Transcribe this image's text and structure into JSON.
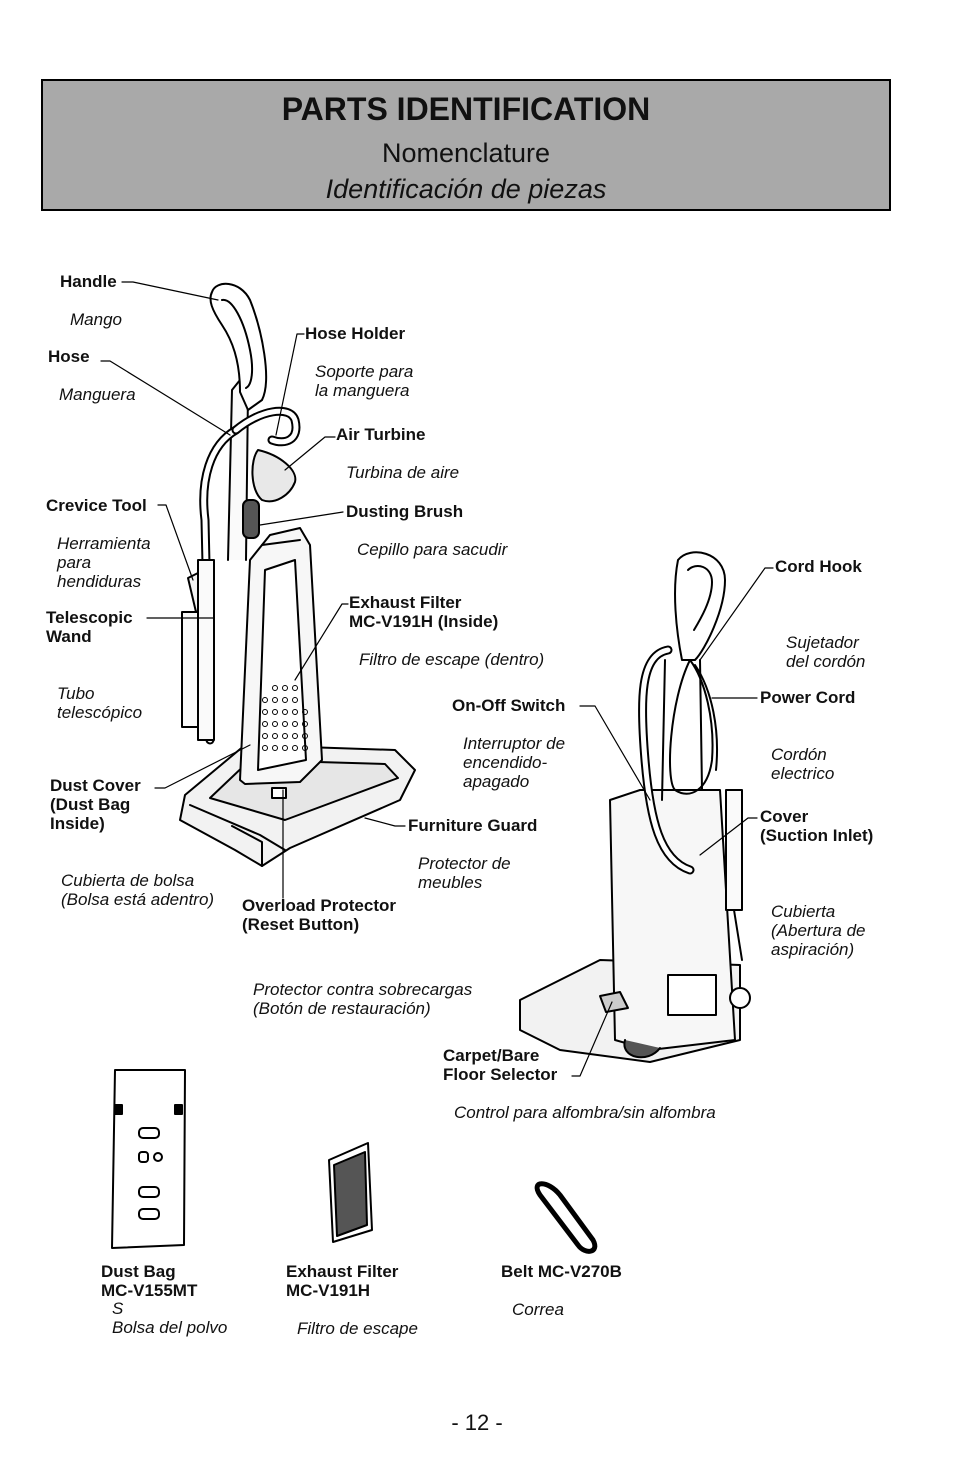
{
  "header": {
    "title": "PARTS IDENTIFICATION",
    "subtitle_fr": "Nomenclature",
    "subtitle_es": "Identificación de piezas"
  },
  "parts": {
    "handle": {
      "en": "Handle",
      "es": "Mango"
    },
    "hose": {
      "en": "Hose",
      "es": "Manguera"
    },
    "hose_holder": {
      "en": "Hose Holder",
      "es": "Soporte para\nla manguera"
    },
    "air_turbine": {
      "en": "Air Turbine",
      "es": "Turbina de aire"
    },
    "dusting_brush": {
      "en": "Dusting Brush",
      "es": "Cepillo para sacudir"
    },
    "crevice_tool": {
      "en": "Crevice Tool",
      "es": "Herramienta\npara\nhendiduras"
    },
    "telescopic_wand": {
      "en": "Telescopic\nWand",
      "es": "Tubo\ntelescópico"
    },
    "exhaust_filter": {
      "en": "Exhaust Filter\nMC-V191H (Inside)",
      "es": "Filtro de escape (dentro)"
    },
    "dust_cover": {
      "en": "Dust Cover\n(Dust Bag\nInside)",
      "es": "Cubierta de bolsa\n(Bolsa está adentro)"
    },
    "on_off_switch": {
      "en": "On-Off Switch",
      "es": "Interruptor de\nencendido-\napagado"
    },
    "furniture_guard": {
      "en": "Furniture Guard",
      "es": "Protector de\nmeubles"
    },
    "overload_protector": {
      "en": "Overload Protector\n(Reset Button)",
      "es": "Protector contra sobrecargas\n(Botón de restauración)"
    },
    "cord_hook": {
      "en": "Cord Hook",
      "es": "Sujetador\ndel cordón"
    },
    "power_cord": {
      "en": "Power Cord",
      "es": "Cordón\nelectrico"
    },
    "cover": {
      "en": "Cover\n(Suction Inlet)",
      "es": "Cubierta\n(Abertura de\naspiración)"
    },
    "carpet_selector": {
      "en": "Carpet/Bare\nFloor Selector",
      "es": "Control para alfombra/sin alfombra"
    }
  },
  "accessories": {
    "dust_bag": {
      "en": "Dust Bag\nMC-V155MT",
      "es": "S\nBolsa del polvo"
    },
    "exhaust_filter": {
      "en": "Exhaust Filter\nMC-V191H",
      "es": "Filtro de escape"
    },
    "belt": {
      "en": "Belt MC-V270B",
      "es": "Correa"
    }
  },
  "page_number": "- 12 -"
}
